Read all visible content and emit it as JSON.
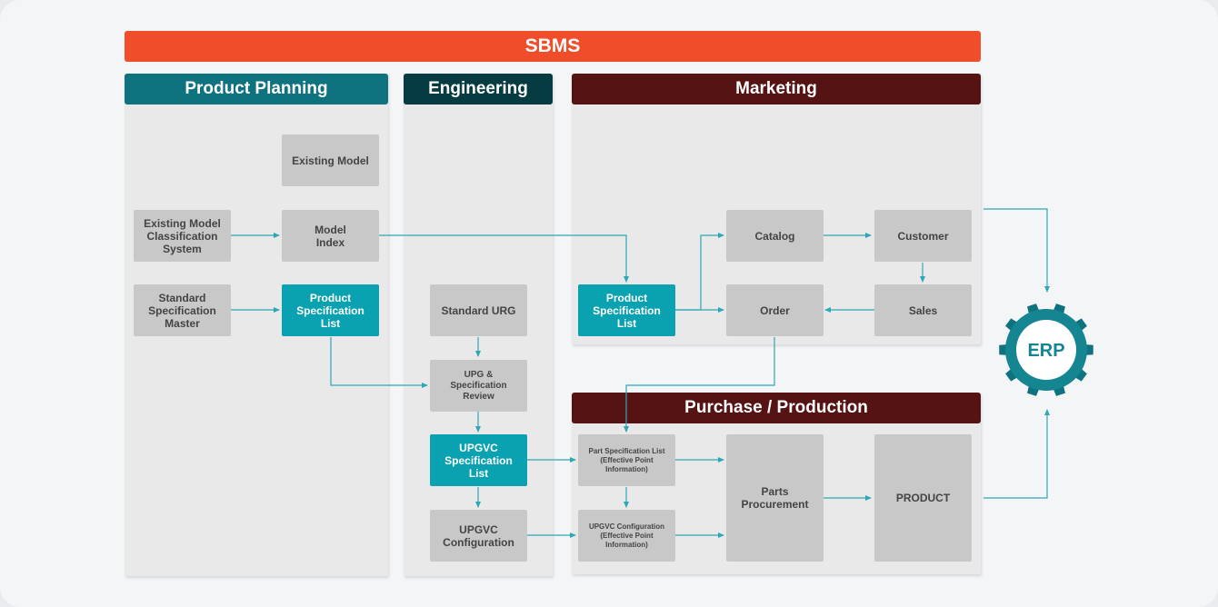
{
  "banner": "SBMS",
  "columns": {
    "product_planning": "Product Planning",
    "engineering": "Engineering",
    "marketing": "Marketing",
    "purchase_production": "Purchase / Production"
  },
  "nodes": {
    "existing_model": "Existing Model",
    "existing_model_classification": "Existing Model\nClassification\nSystem",
    "model_index": "Model\nIndex",
    "standard_spec_master": "Standard\nSpecification\nMaster",
    "product_spec_list_planning": "Product\nSpecification List",
    "standard_urg": "Standard URG",
    "upg_spec_review": "UPG &\nSpecification Review",
    "upgvc_spec_list": "UPGVC\nSpecification List",
    "upgvc_configuration": "UPGVC\nConfiguration",
    "product_spec_list_marketing": "Product\nSpecification List",
    "catalog": "Catalog",
    "customer": "Customer",
    "order": "Order",
    "sales": "Sales",
    "part_spec_list": "Part Specification List\n(Effective Point Information)",
    "upgvc_config_epi": "UPGVC Configuration\n(Effective Point Information)",
    "parts_procurement": "Parts\nProcurement",
    "product": "PRODUCT",
    "erp": "ERP"
  },
  "colors": {
    "banner": "#f04e2a",
    "teal_header": "#0f727f",
    "dark_header": "#063b42",
    "maroon_header": "#561313",
    "teal_box": "#0aa1b0",
    "gray_box": "#c8c8c8",
    "connector": "#2ea7b5"
  }
}
